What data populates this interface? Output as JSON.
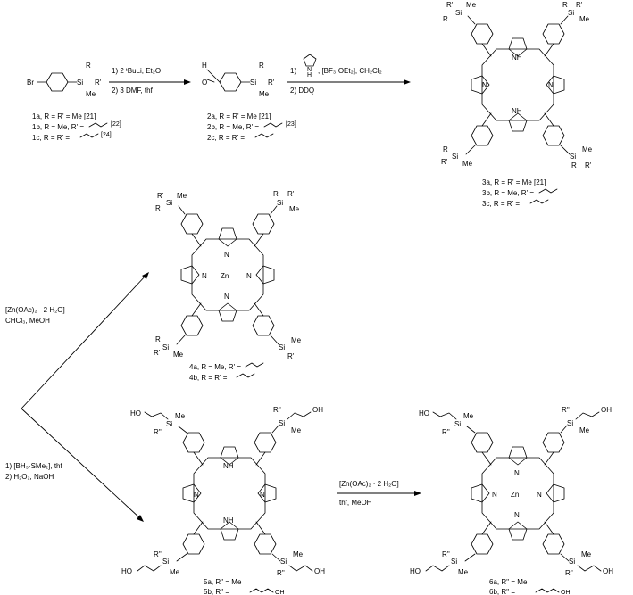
{
  "arrows": {
    "step1": {
      "line1": "1) 2 ᵗBuLi, Et₂O",
      "line2": "2) 3 DMF, thf"
    },
    "step2": {
      "line1": "1)",
      "line1b": ", [BF₃·OEt₂], CH₂Cl₂",
      "line2": "2) DDQ",
      "pyrrole_nh": "N",
      "pyrrole_h": "H"
    },
    "zinc_up": {
      "line1": "[Zn(OAc)₂ · 2 H₂O]",
      "line2": "CHCl₃, MeOH"
    },
    "hydroboration": {
      "line1": "1) [BH₃·SMe₂], thf",
      "line2": "2) H₂O₂, NaOH"
    },
    "zinc_right": {
      "line1": "[Zn(OAc)₂ · 2 H₂O]",
      "line2": "thf, MeOH"
    }
  },
  "compounds": {
    "c1": {
      "labels": [
        "1a, R = R' = Me [21]",
        "1b, R = Me, R' =",
        "1c, R = R' ="
      ],
      "refs": [
        "[22]",
        "[24]"
      ]
    },
    "c2": {
      "labels": [
        "2a, R = R' = Me [21]",
        "2b, R = Me, R' =",
        "2c, R = R' ="
      ],
      "refs": [
        "[23]"
      ]
    },
    "c3": {
      "labels": [
        "3a, R = R' = Me [21]",
        "3b, R = Me, R' =",
        "3c, R = R' ="
      ]
    },
    "c4": {
      "labels": [
        "4a, R = Me, R' =",
        "4b, R = R' ="
      ]
    },
    "c5": {
      "labels": [
        "5a, R'' = Me",
        "5b, R'' ="
      ]
    },
    "c6": {
      "labels": [
        "6a, R'' = Me",
        "6b, R'' ="
      ]
    }
  },
  "atoms": {
    "br": "Br",
    "si": "Si",
    "r": "R",
    "rp": "R'",
    "rpp": "R''",
    "me": "Me",
    "h": "H",
    "o": "O",
    "n": "N",
    "nh": "NH",
    "zn": "Zn",
    "oh": "OH",
    "ho": "HO"
  }
}
